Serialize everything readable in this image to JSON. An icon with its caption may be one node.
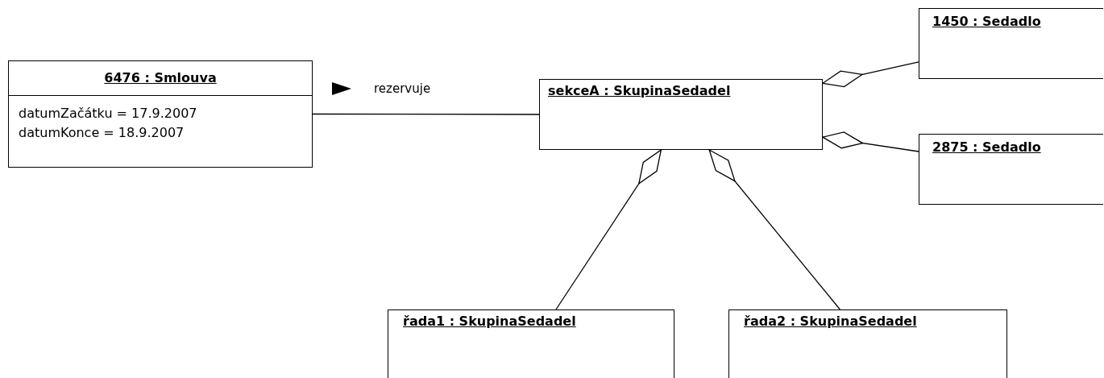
{
  "diagram": {
    "nodes": [
      {
        "text": [
          "6476 : Smlouva",
          "datumZačátku = 17.9.2007",
          "datumKonce = 18.9.2007"
        ]
      },
      {
        "text": [
          "sekceA : SkupinaSedadel"
        ]
      },
      {
        "text": [
          "1450 : Sedadlo"
        ]
      },
      {
        "text": [
          "2875 : Sedadlo"
        ]
      },
      {
        "text": [
          "řada1 : SkupinaSedadel"
        ]
      },
      {
        "text": [
          "řada2 : SkupinaSedadel"
        ]
      }
    ],
    "edges": [
      {
        "from": 0,
        "to": 1,
        "arrow": "none",
        "label": "rezervuje"
      },
      {
        "from": 2,
        "to": 1,
        "arrow": "other"
      },
      {
        "from": 3,
        "to": 1,
        "arrow": "other"
      },
      {
        "from": 4,
        "to": 1,
        "arrow": "other"
      },
      {
        "from": 5,
        "to": 1,
        "arrow": "other"
      }
    ]
  }
}
